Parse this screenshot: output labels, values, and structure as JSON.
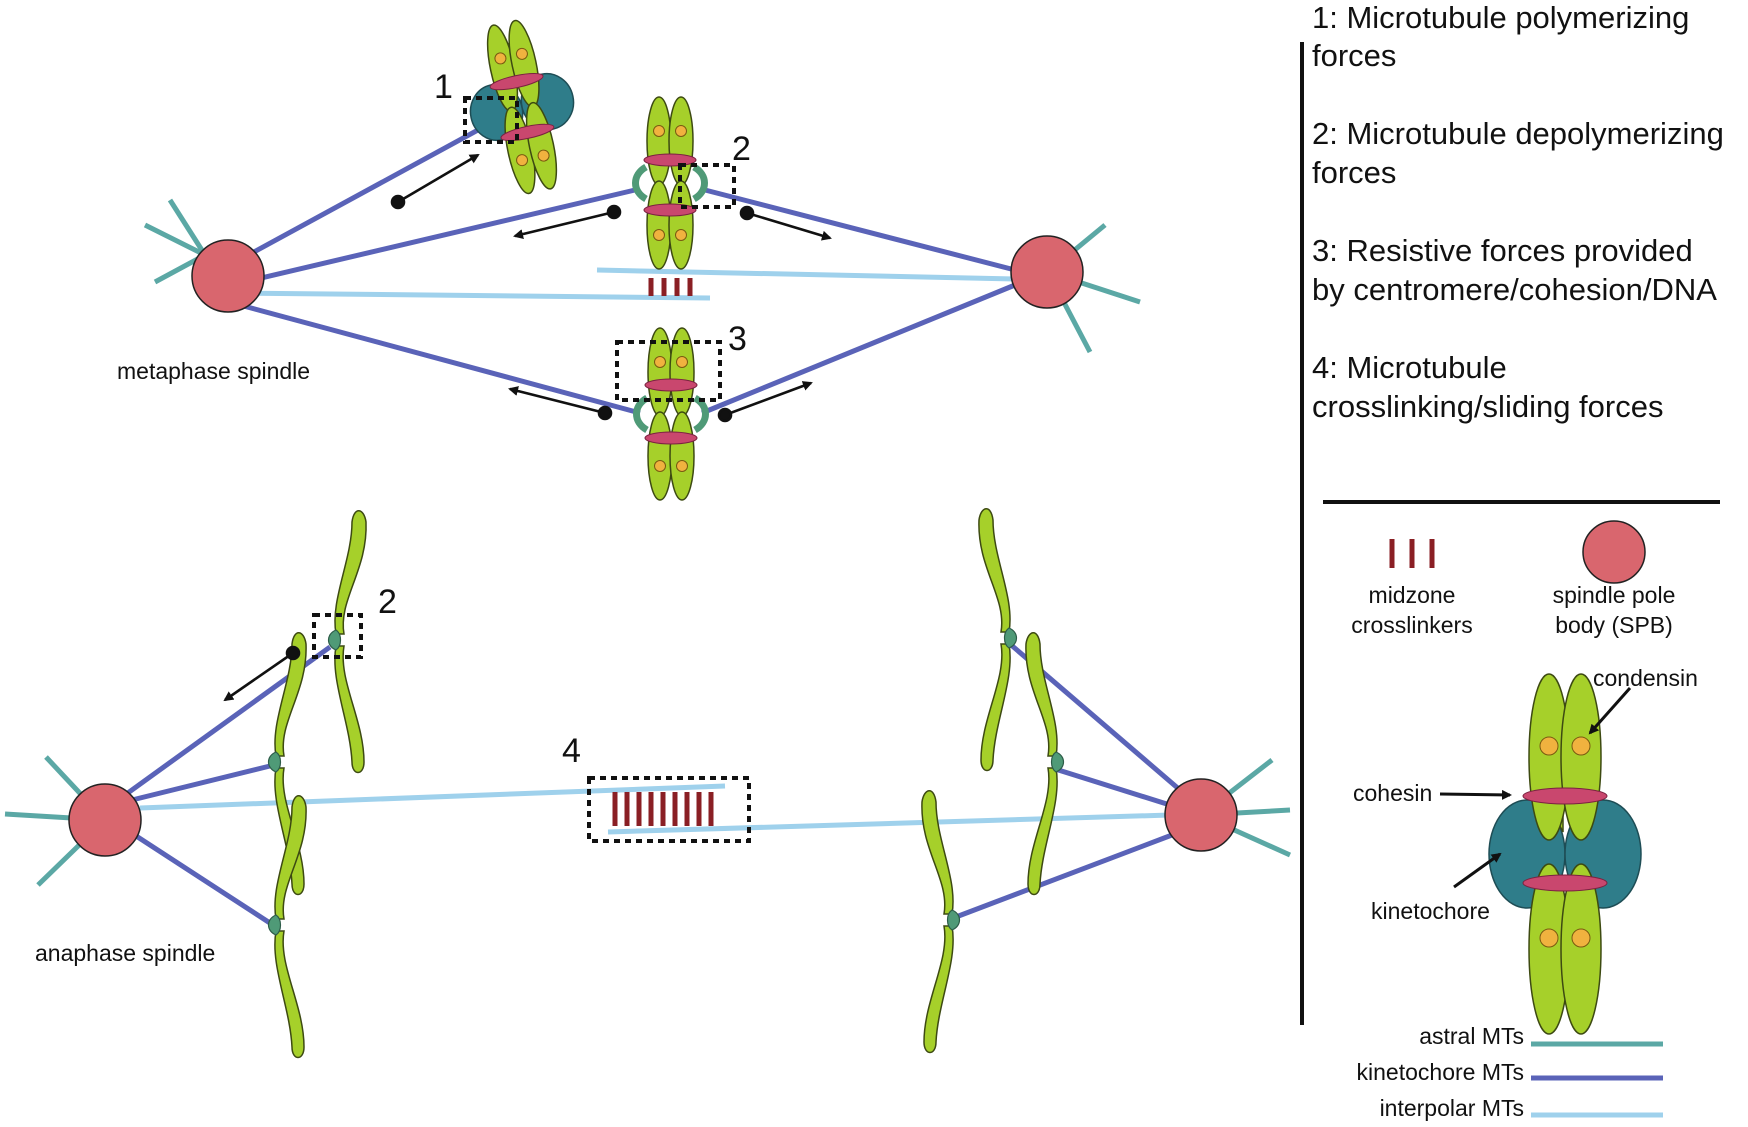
{
  "labels": {
    "metaphase": "metaphase spindle",
    "anaphase": "anaphase spindle"
  },
  "markers": {
    "m1": "1",
    "m2": "2",
    "m3": "3",
    "a2": "2",
    "a4": "4"
  },
  "forces": [
    {
      "number": "1",
      "line1": "1: Microtubule polymerizing",
      "line2": "forces"
    },
    {
      "number": "2",
      "line1": "2: Microtubule depolymerizing",
      "line2": "forces"
    },
    {
      "number": "3",
      "line1": "3: Resistive forces provided",
      "line2": "by centromere/cohesion/DNA"
    },
    {
      "number": "4",
      "line1": "4: Microtubule",
      "line2": "crosslinking/sliding forces"
    }
  ],
  "legend": {
    "midzone": {
      "line1": "midzone",
      "line2": "crosslinkers"
    },
    "spb": {
      "line1": "spindle pole",
      "line2": "body (SPB)"
    },
    "condensin": "condensin",
    "cohesin": "cohesin",
    "kinetochore": "kinetochore",
    "astral": "astral MTs",
    "kinetochore_mts": "kinetochore MTs",
    "interpolar": "interpolar MTs"
  },
  "colors": {
    "spb": "#d9666e",
    "astral": "#5ba8a5",
    "kinetochore_mt": "#5a63b8",
    "interpolar": "#9fd1ec",
    "chromosome": "#a6d02a",
    "kinetochore": "#2f7d8a",
    "cohesin": "#c9476e",
    "condensin": "#f0b23f",
    "crosslinker": "#8a1f24"
  }
}
